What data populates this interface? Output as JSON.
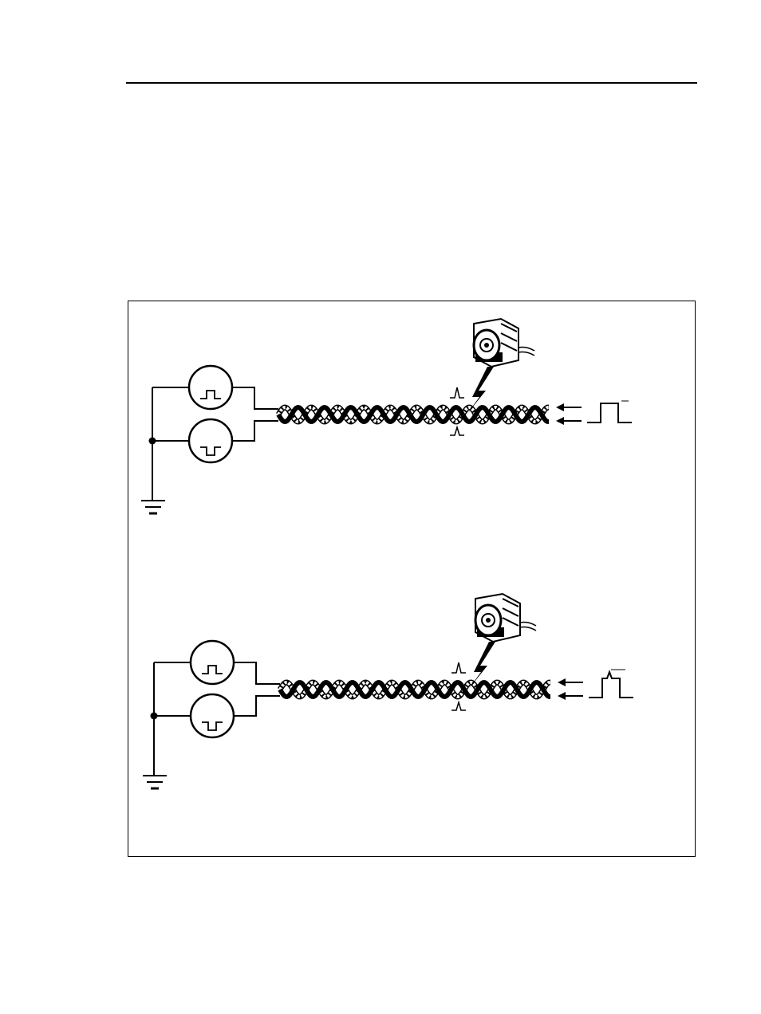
{
  "page": {
    "has_header_rule": true
  },
  "figure": {
    "panels": [
      {
        "id": "balanced-pair-no-noise",
        "motor": "motor-icon",
        "interference": "lightning-bolt-icon",
        "output_waveform": "square-pulse"
      },
      {
        "id": "balanced-pair-with-noise",
        "motor": "motor-icon",
        "interference": "lightning-bolt-icon",
        "output_waveform": "square-pulse-with-spike"
      }
    ],
    "colors": {
      "line": "#000000",
      "wire_light": "#ffffff",
      "background": "#ffffff"
    }
  }
}
